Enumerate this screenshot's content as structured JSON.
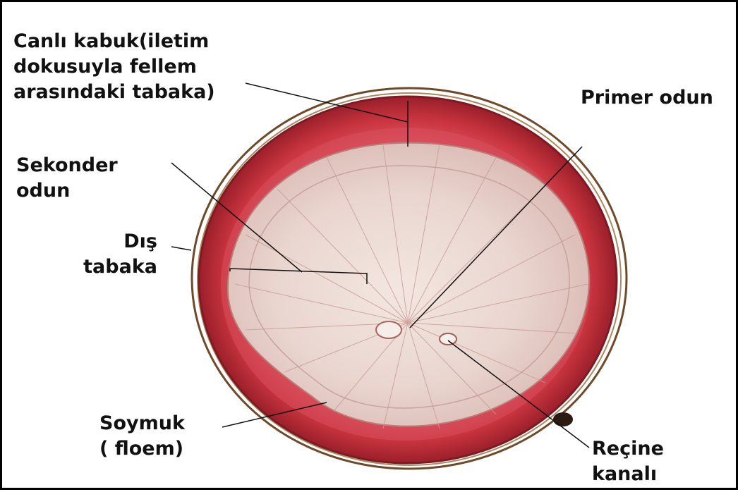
{
  "labels": {
    "canli_kabuk": [
      "Canlı kabuk(iletim",
      "dokusuyla fellem",
      "arasındaki tabaka)"
    ],
    "primer_odun": [
      "Primer odun"
    ],
    "sekonder_odun": [
      "Sekonder",
      "odun"
    ],
    "dis_tabaka": [
      "Dış",
      "tabaka"
    ],
    "soymuk": [
      "Soymuk",
      "( floem)"
    ],
    "recine_kanali": [
      "Reçine",
      "kanalı"
    ]
  }
}
